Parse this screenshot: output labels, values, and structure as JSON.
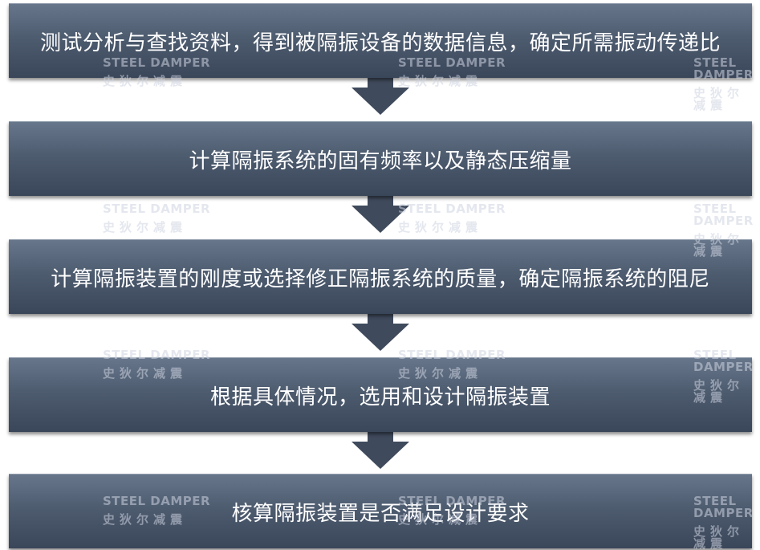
{
  "flowchart": {
    "steps": [
      "测试分析与查找资料，得到被隔振设备的数据信息，确定所需振动传递比",
      "计算隔振系统的固有频率以及静态压缩量",
      "计算隔振装置的刚度或选择修正隔振系统的质量，确定隔振系统的阻尼",
      "根据具体情况，选用和设计隔振装置",
      "核算隔振装置是否满足设计要求"
    ]
  },
  "watermark": {
    "text_en": "STEEL DAMPER",
    "text_cn": "史狄尔减震"
  },
  "colors": {
    "box_top": "#67768b",
    "box_bottom": "#3a4659",
    "arrow": "#3f4a5c",
    "text": "#ffffff"
  }
}
